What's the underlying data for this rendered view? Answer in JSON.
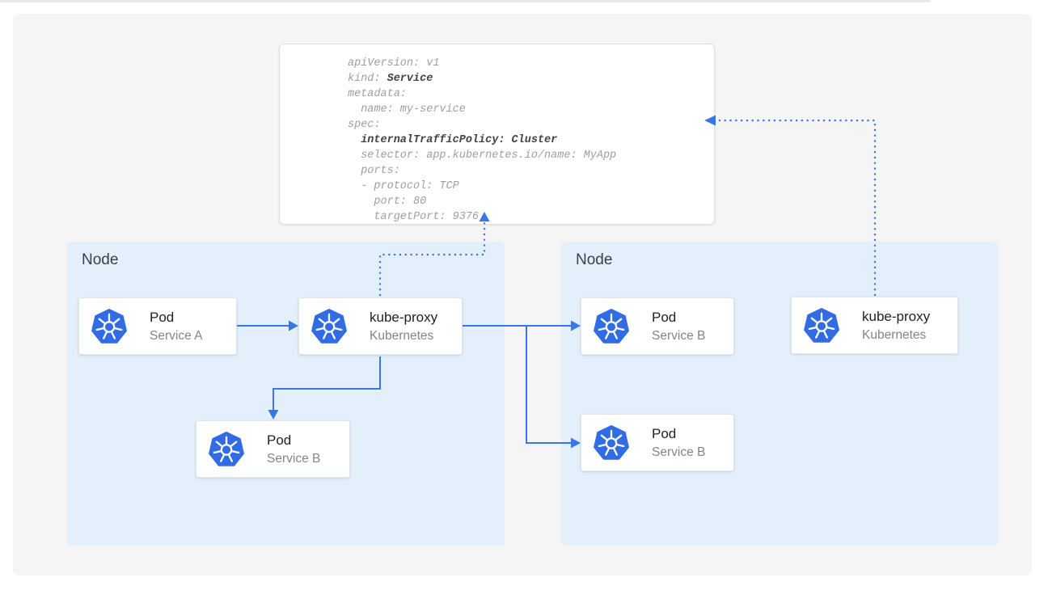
{
  "yaml_card": {
    "lines": [
      {
        "text": "apiVersion: v1"
      },
      {
        "pre": "kind: ",
        "bold": "Service"
      },
      {
        "text": "metadata:"
      },
      {
        "text": "  name: my-service"
      },
      {
        "text": "spec:"
      },
      {
        "pre": "  ",
        "bold": "internalTrafficPolicy: Cluster"
      },
      {
        "text": "  selector: app.kubernetes.io/name: MyApp"
      },
      {
        "text": "  ports:"
      },
      {
        "text": "  - protocol: TCP"
      },
      {
        "text": "    port: 80"
      },
      {
        "text": "    targetPort: 9376"
      }
    ]
  },
  "nodes": {
    "left": {
      "label": "Node"
    },
    "right": {
      "label": "Node"
    }
  },
  "cards": {
    "pod_a": {
      "title": "Pod",
      "subtitle": "Service A"
    },
    "kube_proxy_left": {
      "title": "kube-proxy",
      "subtitle": "Kubernetes"
    },
    "pod_b_left": {
      "title": "Pod",
      "subtitle": "Service B"
    },
    "pod_b_right_top": {
      "title": "Pod",
      "subtitle": "Service B"
    },
    "pod_b_right_bottom": {
      "title": "Pod",
      "subtitle": "Service B"
    },
    "kube_proxy_right": {
      "title": "kube-proxy",
      "subtitle": "Kubernetes"
    }
  },
  "icons": {
    "kubernetes": "kubernetes-helm-wheel"
  },
  "colors": {
    "accent_blue": "#3b76e8",
    "kubernetes_blue": "#326ce5",
    "node_bg": "#e3f0fc"
  }
}
